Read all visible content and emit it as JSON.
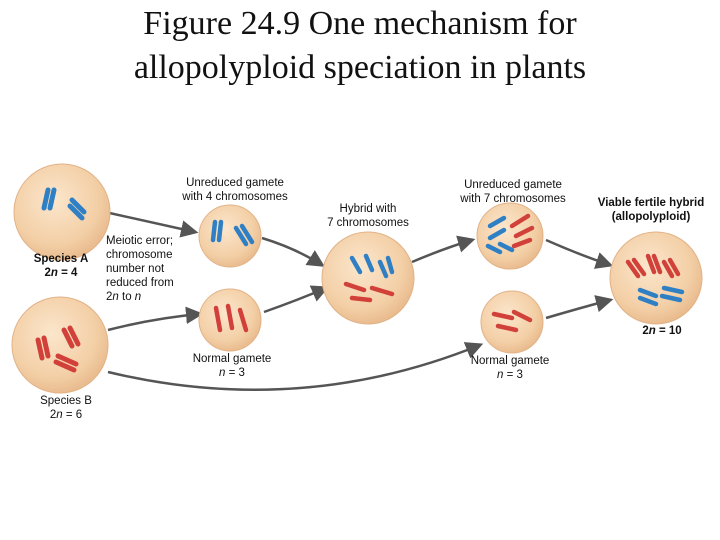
{
  "title": {
    "line1": "Figure 24.9 One mechanism for",
    "line2": "allopolyploid speciation in plants"
  },
  "labels": {
    "species_a_name": "Species A",
    "species_a_count_prefix": "2",
    "species_a_count_n": "n",
    "species_a_count_suffix": " = 4",
    "species_b_name": "Species B",
    "species_b_count_prefix": "2",
    "species_b_count_n": "n",
    "species_b_count_suffix": " = 6",
    "unreduced_gamete_4_line1": "Unreduced gamete",
    "unreduced_gamete_4_line2": "with 4 chromosomes",
    "meiotic_error_line1": "Meiotic error;",
    "meiotic_error_line2": "chromosome",
    "meiotic_error_line3": "number not",
    "meiotic_error_line4": "reduced from",
    "meiotic_error_l5_a": "2",
    "meiotic_error_l5_n1": "n",
    "meiotic_error_l5_b": " to ",
    "meiotic_error_l5_n2": "n",
    "hybrid_line1": "Hybrid with",
    "hybrid_line2": "7 chromosomes",
    "unreduced_gamete_7_line1": "Unreduced gamete",
    "unreduced_gamete_7_line2": "with 7 chromosomes",
    "viable_line1": "Viable fertile hybrid",
    "viable_line2": "(allopolyploid)",
    "allo_count_prefix": "2",
    "allo_count_n": "n",
    "allo_count_suffix": " = 10",
    "normal_gamete_1_line1": "Normal gamete",
    "normal_gamete_1_n": "n",
    "normal_gamete_1_suffix": " = 3",
    "normal_gamete_2_line1": "Normal gamete",
    "normal_gamete_2_n": "n",
    "normal_gamete_2_suffix": " = 3"
  },
  "colors": {
    "cell_fill": "#f3cfa6",
    "cell_edge": "#e6b88a",
    "chromosome_blue": "#2f7fc4",
    "chromosome_red": "#d2403a",
    "arrow": "#555555"
  }
}
